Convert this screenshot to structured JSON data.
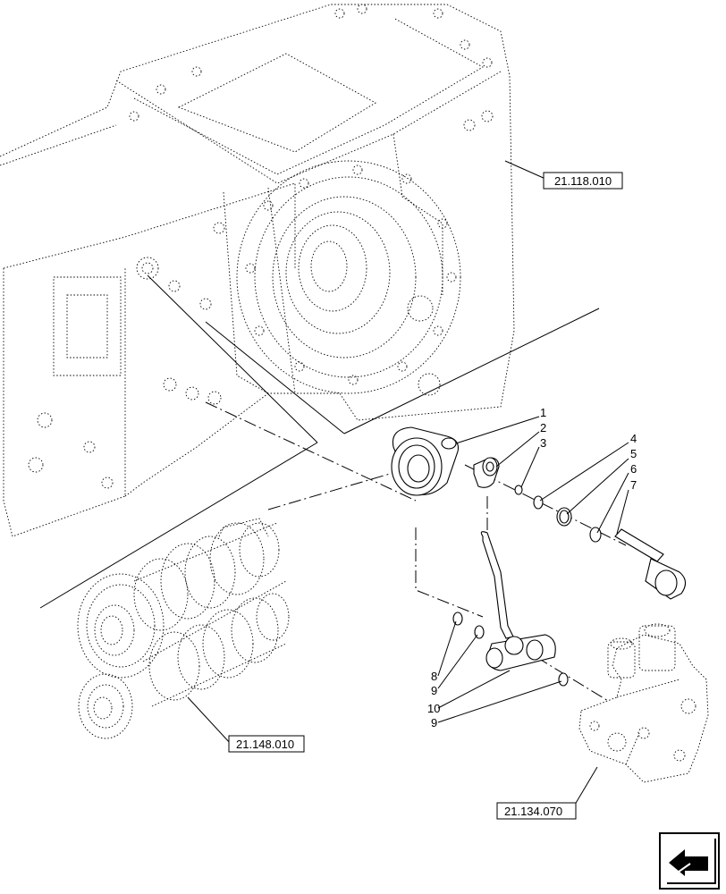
{
  "diagram": {
    "callouts": [
      "1",
      "2",
      "3",
      "4",
      "5",
      "6",
      "7",
      "8",
      "9",
      "10",
      "9"
    ],
    "references": {
      "transmission_housing": "21.118.010",
      "gear_set": "21.148.010",
      "valve_block": "21.134.070"
    },
    "nav_icon": "back-arrow-icon"
  }
}
